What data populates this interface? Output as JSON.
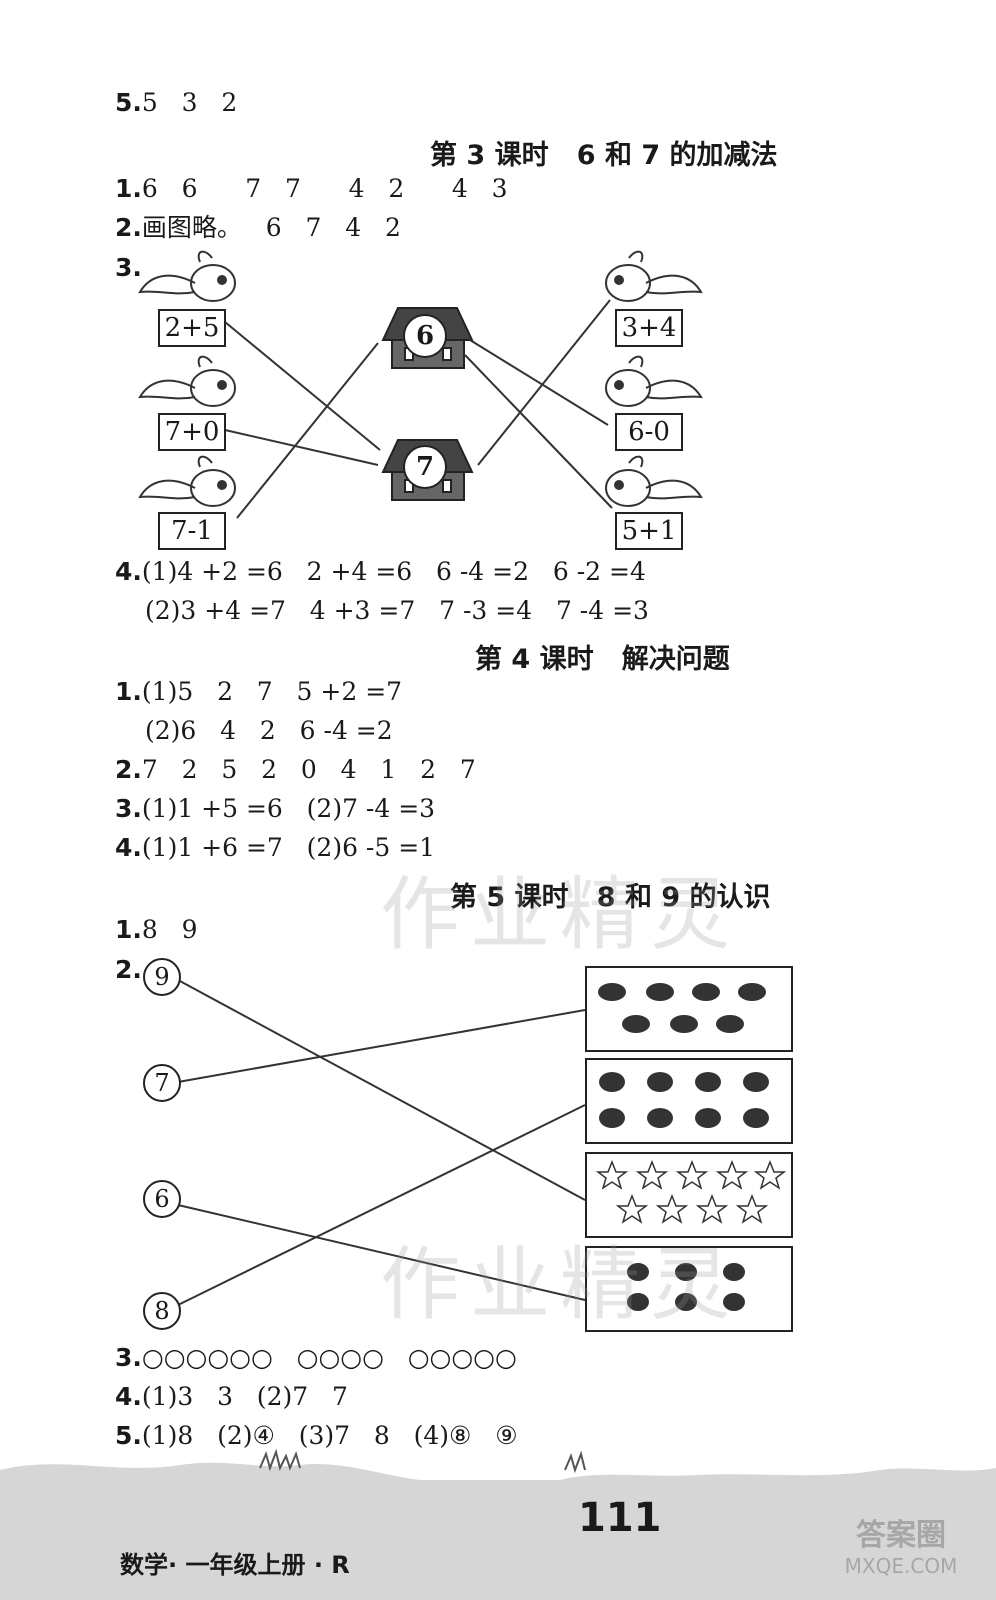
{
  "answers": {
    "l1": {
      "n": "5.",
      "t": "5   3   2"
    },
    "h3": "第 3 课时   6 和 7 的加减法",
    "l2": {
      "n": "1.",
      "t": "6   6      7   7      4   2      4   3"
    },
    "l3": {
      "n": "2.",
      "t": "画图略。   6   7   4   2"
    },
    "l4": {
      "n": "3.",
      "t": ""
    },
    "birds_left": [
      "2+5",
      "7+0",
      "7-1"
    ],
    "birds_right": [
      "3+4",
      "6-0",
      "5+1"
    ],
    "houses": [
      "6",
      "7"
    ],
    "l5": {
      "n": "4.",
      "t": "(1)4 +2 =6   2 +4 =6   6 -4 =2   6 -2 =4"
    },
    "l6": {
      "t": "(2)3 +4 =7   4 +3 =7   7 -3 =4   7 -4 =3"
    },
    "h4": "第 4 课时   解决问题",
    "l7": {
      "n": "1.",
      "t": "(1)5   2   7   5 +2 =7"
    },
    "l8": {
      "t": "(2)6   4   2   6 -4 =2"
    },
    "l9": {
      "n": "2.",
      "t": "7   2   5   2   0   4   1   2   7"
    },
    "l10": {
      "n": "3.",
      "t": "(1)1 +5 =6   (2)7 -4 =3"
    },
    "l11": {
      "n": "4.",
      "t": "(1)1 +6 =7   (2)6 -5 =1"
    },
    "h5": "第 5 课时   8 和 9 的认识",
    "l12": {
      "n": "1.",
      "t": "8   9"
    },
    "l13": {
      "n": "2.",
      "t": ""
    },
    "circles": [
      "9",
      "7",
      "6",
      "8"
    ],
    "l14": {
      "n": "3.",
      "t": "○○○○○○   ○○○○   ○○○○○"
    },
    "l15": {
      "n": "4.",
      "t": "(1)3   3   (2)7   7"
    },
    "l16": {
      "n": "5.",
      "t": "(1)8   (2)④   (3)7   8   (4)⑧   ⑨"
    }
  },
  "footer": {
    "book": "数学· 一年级上册 · R",
    "page": "111"
  },
  "watermark": {
    "text": "作业精灵",
    "logo_top": "答案圈",
    "logo_bottom": "MXQE.COM"
  }
}
